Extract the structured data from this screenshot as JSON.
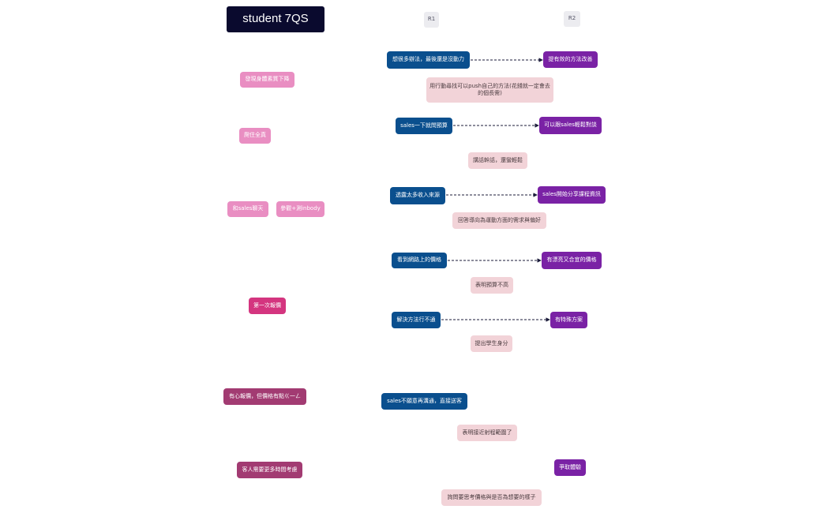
{
  "title": "student  7QS",
  "lanes": {
    "r1": "R1",
    "r2": "R2"
  },
  "colors": {
    "title_bg": "#0a0a2e",
    "customer": "#e98ec2",
    "customer_strong": "#d4357f",
    "customer_dark": "#a23b72",
    "r1": "#0a4f8e",
    "r2": "#7a22a5",
    "note": "#f2d3d8",
    "arrow": "#1b1b3a"
  },
  "customer": {
    "c1": "發現身體素質下降",
    "c2": "爬住全真",
    "c3": "和sales聊天",
    "c4": "參觀+測inbody",
    "c5": "第一次報價",
    "c6": "有心報價，但價格有點ㄍ一ㄥ",
    "c7": "客人需要更多時間考慮"
  },
  "r1": {
    "a1": "想很多辦法，最後還是沒動力",
    "a2": "sales一下就問預算",
    "a3": "透露太多收入來源",
    "a4": "看到網路上的價格",
    "a5": "解決方法行不通",
    "a6": "sales不願意再溝通，直接送客"
  },
  "r2": {
    "b1": "提有效的方法改善",
    "b2": "可以跟sales輕鬆對談",
    "b3": "sales開始分享課程資訊",
    "b4": "有漂亮又合宜的價格",
    "b5": "有特殊方案",
    "b6": "爭取體驗"
  },
  "notes": {
    "n1": "用行動尋找可以push自己的方法(花錢就一定會去的個長需)",
    "n2": "講話幹話，還蠻輕鬆",
    "n3": "回答導向為運動方面的需求與偏好",
    "n4": "表明預算不高",
    "n5": "提出學生身分",
    "n6": "表明接近射程範圍了",
    "n7": "詢問要思考價格與是否為想要的樣子"
  }
}
